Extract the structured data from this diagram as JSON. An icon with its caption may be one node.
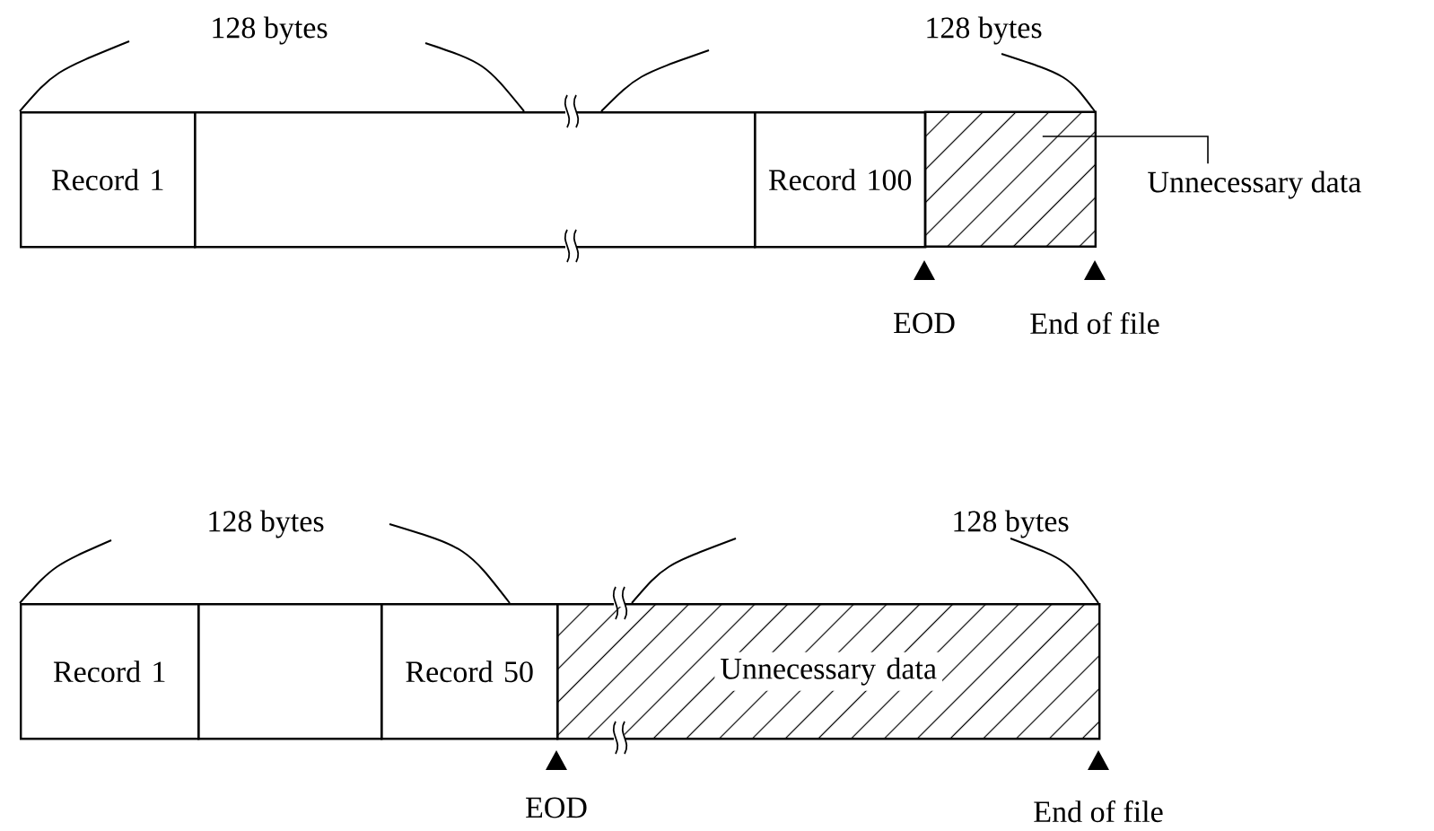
{
  "diagram": {
    "nodes": [
      {
        "text": [
          "Record 1"
        ]
      },
      {
        "text": [],
        "shape": "box"
      },
      {
        "text": [
          "Record 100"
        ]
      },
      {
        "text": [],
        "shape": "box"
      },
      {
        "text": [
          "Unnecessary data"
        ]
      },
      {
        "text": [
          "Record 1"
        ]
      },
      {
        "text": [],
        "shape": "box"
      },
      {
        "text": [
          "Record 50"
        ]
      },
      {
        "text": [
          "Unnecessary data"
        ]
      }
    ],
    "edges": [
      {
        "from": 4,
        "to": 3,
        "arrow": "none"
      }
    ],
    "labels": [
      "128 bytes",
      "128 bytes",
      "EOD",
      "End of file",
      "128 bytes",
      "128 bytes",
      "EOD",
      "End of file"
    ]
  }
}
